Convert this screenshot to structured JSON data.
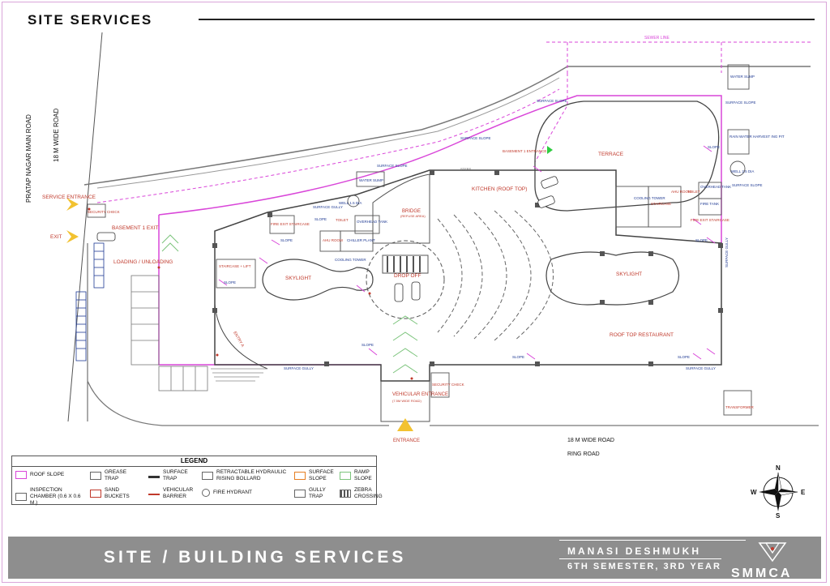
{
  "header": {
    "title": "SITE SERVICES"
  },
  "roads": {
    "left_name": "PRATAP NAGAR MAIN ROAD",
    "left_width": "18 M WIDE ROAD",
    "bottom_width": "18 M WIDE ROAD",
    "bottom_name": "RING ROAD"
  },
  "entrances": {
    "service": "SERVICE ENTRANCE",
    "exit": "EXIT",
    "main": "ENTRANCE"
  },
  "lines": {
    "sewer": "SEWER LINE"
  },
  "spaces": {
    "basement_exit": "BASEMENT 1 EXIT",
    "loading": "LOADING / UNLOADING",
    "security_check_left": "SECURITY CHECK",
    "security_check_bottom": "SECURITY CHECK",
    "fire_exit_left": "FIRE EXIT STAIRCASE",
    "staircase_lift": "STAIRCASE + LIFT",
    "skylight_left": "SKYLIGHT",
    "skylight_right": "SKYLIGHT",
    "toilet_left": "TOILET",
    "overhead_tank_left": "OVERHEAD TANK",
    "ahu_room_left": "AHU ROOM",
    "chiller_plant": "CHILLER PLANT",
    "cooling_tower_left": "COOLING TOWER",
    "bridge": "BRIDGE",
    "refuse_area": "(REFUSE AREA)",
    "kitchen": "KITCHEN (ROOF TOP)",
    "drop_off": "DROP OFF",
    "vehicular_entrance": "VEHICULAR ENTRANCE",
    "vehicular_entrance_sub": "(7.5M WIDE ROAD)",
    "terrace": "TERRACE",
    "basement_entrance": "BASEMENT 1 ENTRANCE",
    "cooling_tower_right": "COOLING TOWER",
    "staircase_right": "STAIRCASE",
    "ahu_room_right": "AHU ROOM",
    "toilet_right": "TOILET",
    "overhead_tank_right": "OVERHEAD TANK",
    "fire_tank": "FIRE TANK",
    "fire_exit_right": "FIRE EXIT STAIRCASE",
    "roof_top_restaurant": "ROOF TOP RESTAURANT",
    "transformer": "TRANSFORMER",
    "water_sump_left": "WATER SUMP",
    "water_sump_right": "WATER SUMP",
    "well_left": "WELL 1.5 DIA",
    "well_right": "WELL 2.5 DIA",
    "rain_water": "RAIN WATER HARVEST ING PIT",
    "entry_a": "ENTRY A"
  },
  "annotations": {
    "slope": "SLOPE",
    "surface_slope": "SURFACE SLOPE",
    "surface_gully": "SURFACE GULLY",
    "steps": "STEPS"
  },
  "legend": {
    "title": "LEGEND",
    "items": [
      {
        "label": "ROOF SLOPE",
        "icon": "roof-slope"
      },
      {
        "label": "GREASE TRAP",
        "icon": "grease-trap"
      },
      {
        "label": "SURFACE TRAP",
        "icon": "surface-trap"
      },
      {
        "label": "RETRACTABLE HYDRAULIC RISING BOLLARD",
        "icon": "bollard"
      },
      {
        "label": "SURFACE SLOPE",
        "icon": "surface-slope"
      },
      {
        "label": "RAMP SLOPE",
        "icon": "ramp-slope"
      },
      {
        "label": "INSPECTION CHAMBER (0.6 X 0.6 M.)",
        "icon": "inspection-chamber"
      },
      {
        "label": "SAND BUCKETS",
        "icon": "sand-buckets"
      },
      {
        "label": "VEHICULAR BARRIER",
        "icon": "vehicular-barrier"
      },
      {
        "label": "FIRE HYDRANT",
        "icon": "fire-hydrant"
      },
      {
        "label": "GULLY TRAP",
        "icon": "gully-trap"
      },
      {
        "label": "ZEBRA CROSSING",
        "icon": "zebra-crossing"
      }
    ]
  },
  "compass": {
    "n": "N",
    "s": "S",
    "e": "E",
    "w": "W"
  },
  "footer": {
    "title": "SITE / BUILDING SERVICES",
    "name": "MANASI DESHMUKH",
    "semester": "6TH SEMESTER, 3RD YEAR",
    "logo": "SMMCA"
  },
  "colors": {
    "service_line": "#d946d9",
    "label_red": "#c0392b",
    "label_blue": "#1f3a93",
    "footer_bg": "#8e8e8e",
    "entrance_arrow": "#f2c230"
  }
}
